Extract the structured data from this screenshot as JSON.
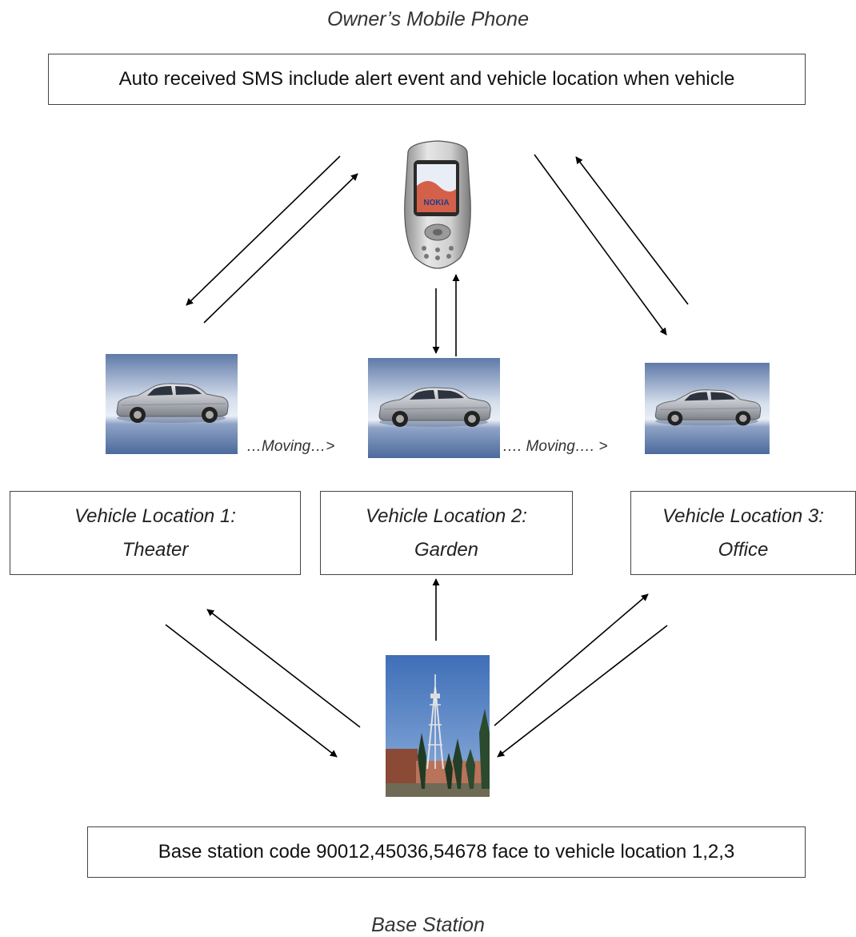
{
  "top_caption": "Owner’s Mobile Phone",
  "sms_box": "Auto received SMS include alert event and vehicle location when vehicle",
  "moving_labels": [
    "…Moving…>",
    "…. Moving…. >"
  ],
  "locations": [
    {
      "line1": "Vehicle Location 1:",
      "line2": "Theater"
    },
    {
      "line1": "Vehicle Location 2:",
      "line2": "Garden"
    },
    {
      "line1": "Vehicle Location 3:",
      "line2": "Office"
    }
  ],
  "base_station_box": "Base station code 90012,45036,54678 face to vehicle location 1,2,3",
  "bottom_caption": "Base Station",
  "phone_brand": "NOKIA",
  "colors": {
    "car_bg_top": "#5f7aa8",
    "car_bg_mid": "#c3cfe0",
    "car_bg_bottom": "#4c6a9c",
    "sky": "#4f7ec2",
    "phone_body": "#c8c8c8"
  }
}
